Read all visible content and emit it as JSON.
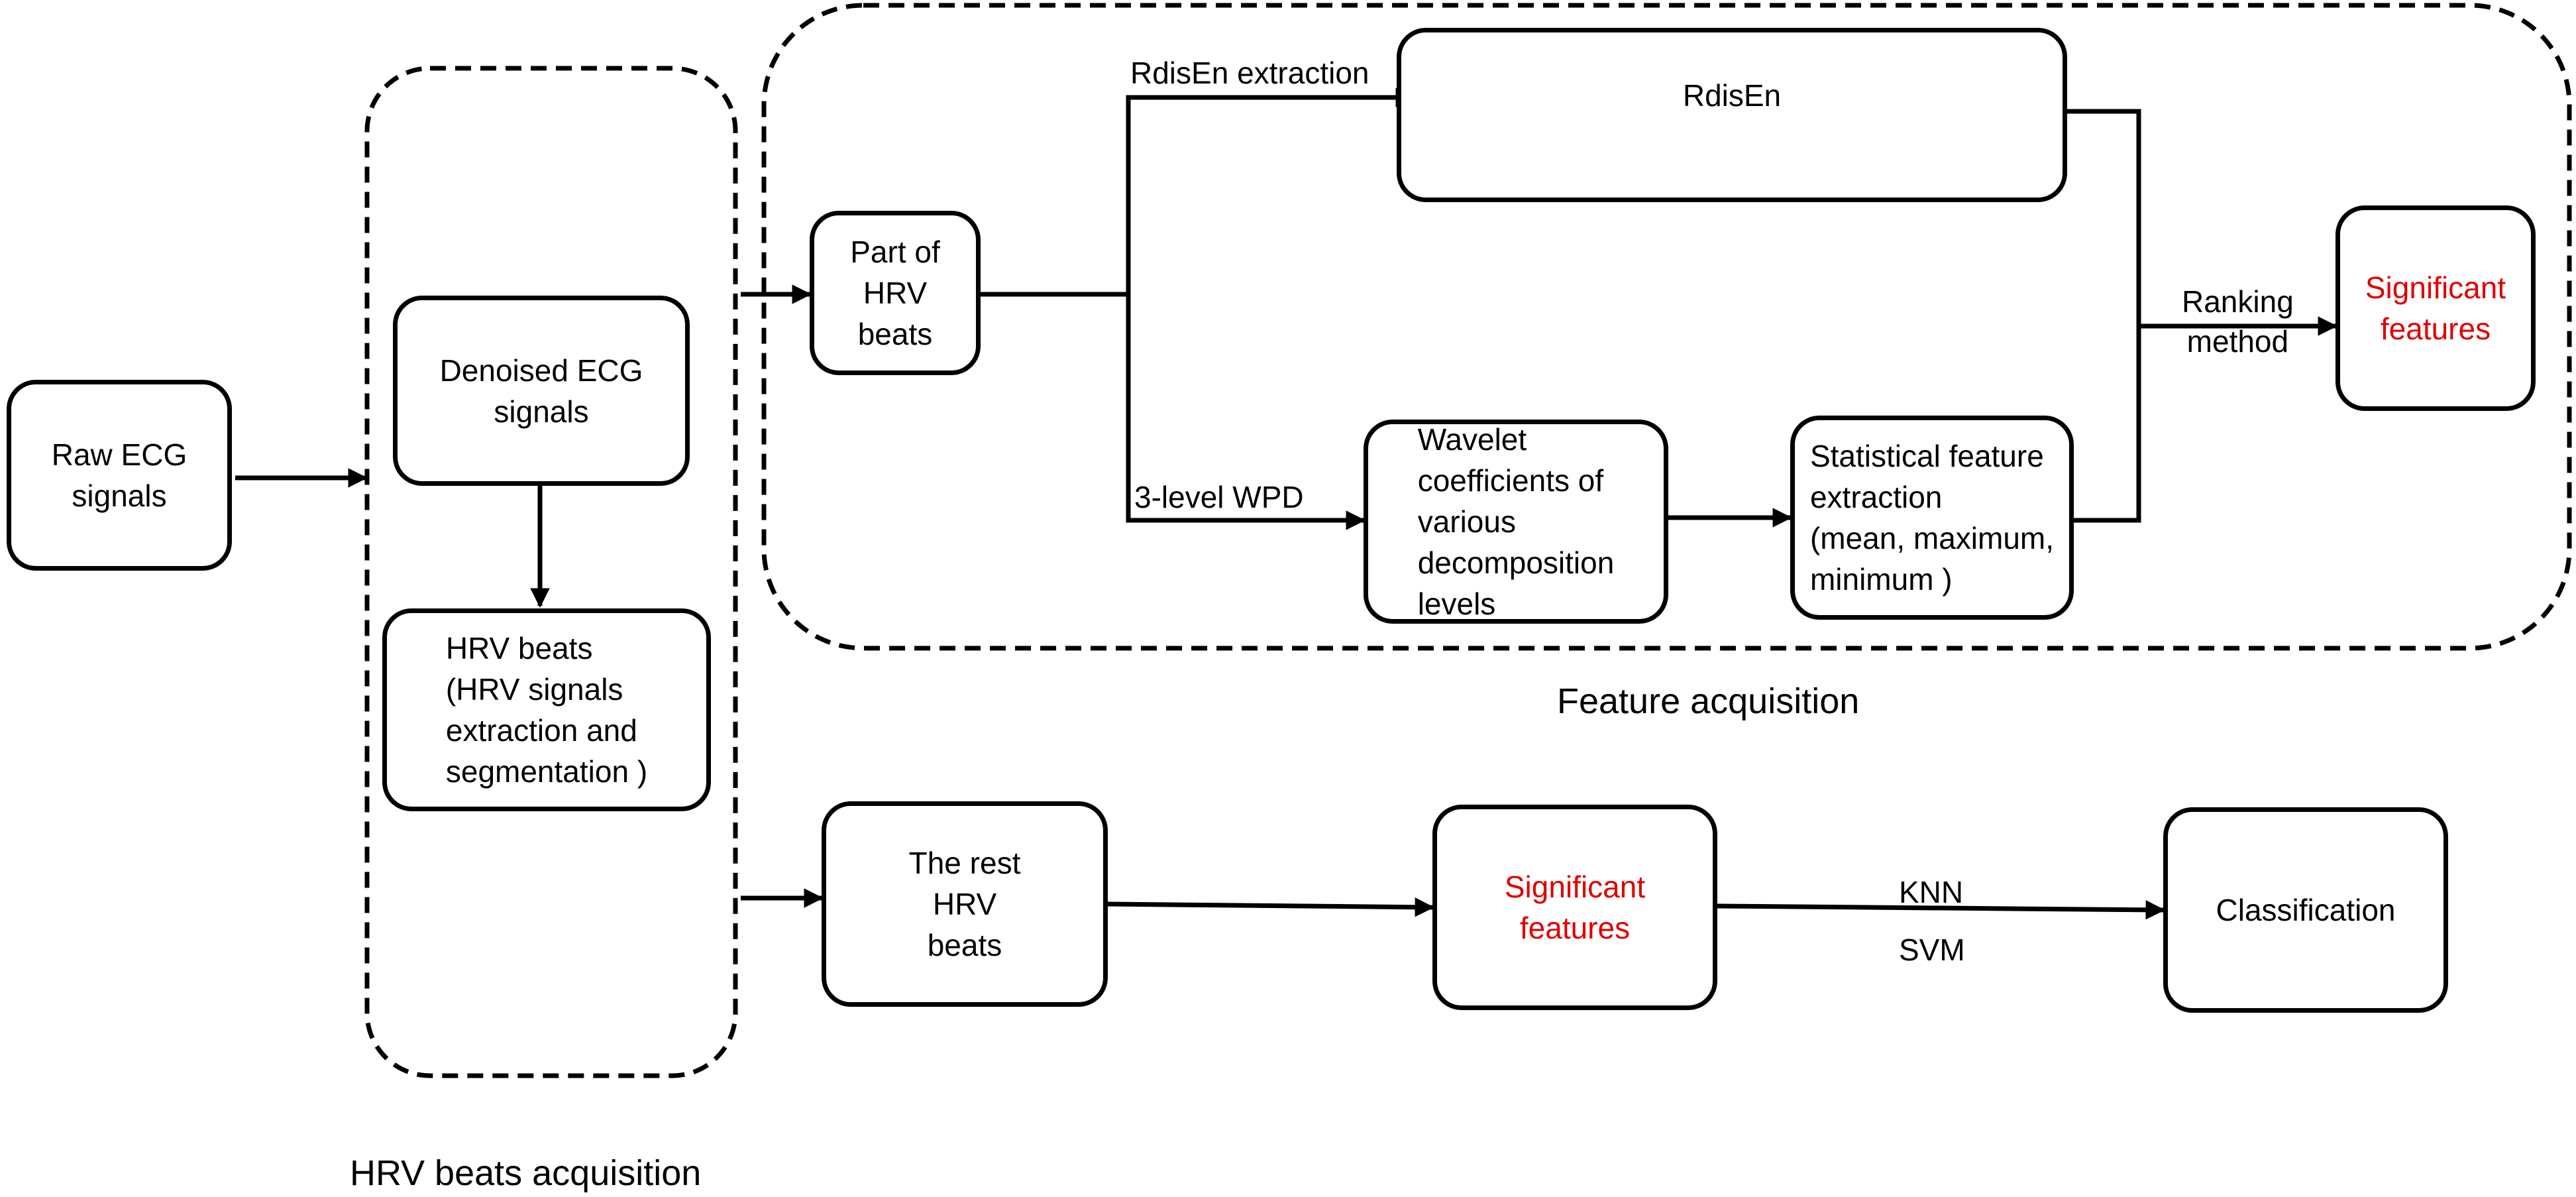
{
  "nodes": {
    "raw_ecg": "Raw ECG\nsignals",
    "denoised": "Denoised ECG\nsignals",
    "hrv_beats": "HRV beats\n(HRV signals\nextraction  and\nsegmentation )",
    "part_hrv": "Part of\nHRV\nbeats",
    "rdisen": "RdisEn",
    "wavelet": "Wavelet\ncoefficients of\nvarious\ndecomposition\nlevels",
    "statistical": "Statistical feature\nextraction\n(mean, maximum,\nminimum )",
    "significant_top": "Significant\nfeatures",
    "rest_hrv": "The rest\nHRV\nbeats",
    "significant_bottom": "Significant\nfeatures",
    "classification": "Classification"
  },
  "edge_labels": {
    "rdisen_extraction": "RdisEn extraction",
    "wpd": "3-level WPD",
    "ranking": "Ranking\nmethod",
    "knn": "KNN",
    "svm": "SVM"
  },
  "groups": {
    "hrv_acquisition": "HRV beats acquisition",
    "feature_acquisition": "Feature acquisition"
  },
  "colors": {
    "highlight": "#e00000",
    "stroke": "#000000"
  }
}
